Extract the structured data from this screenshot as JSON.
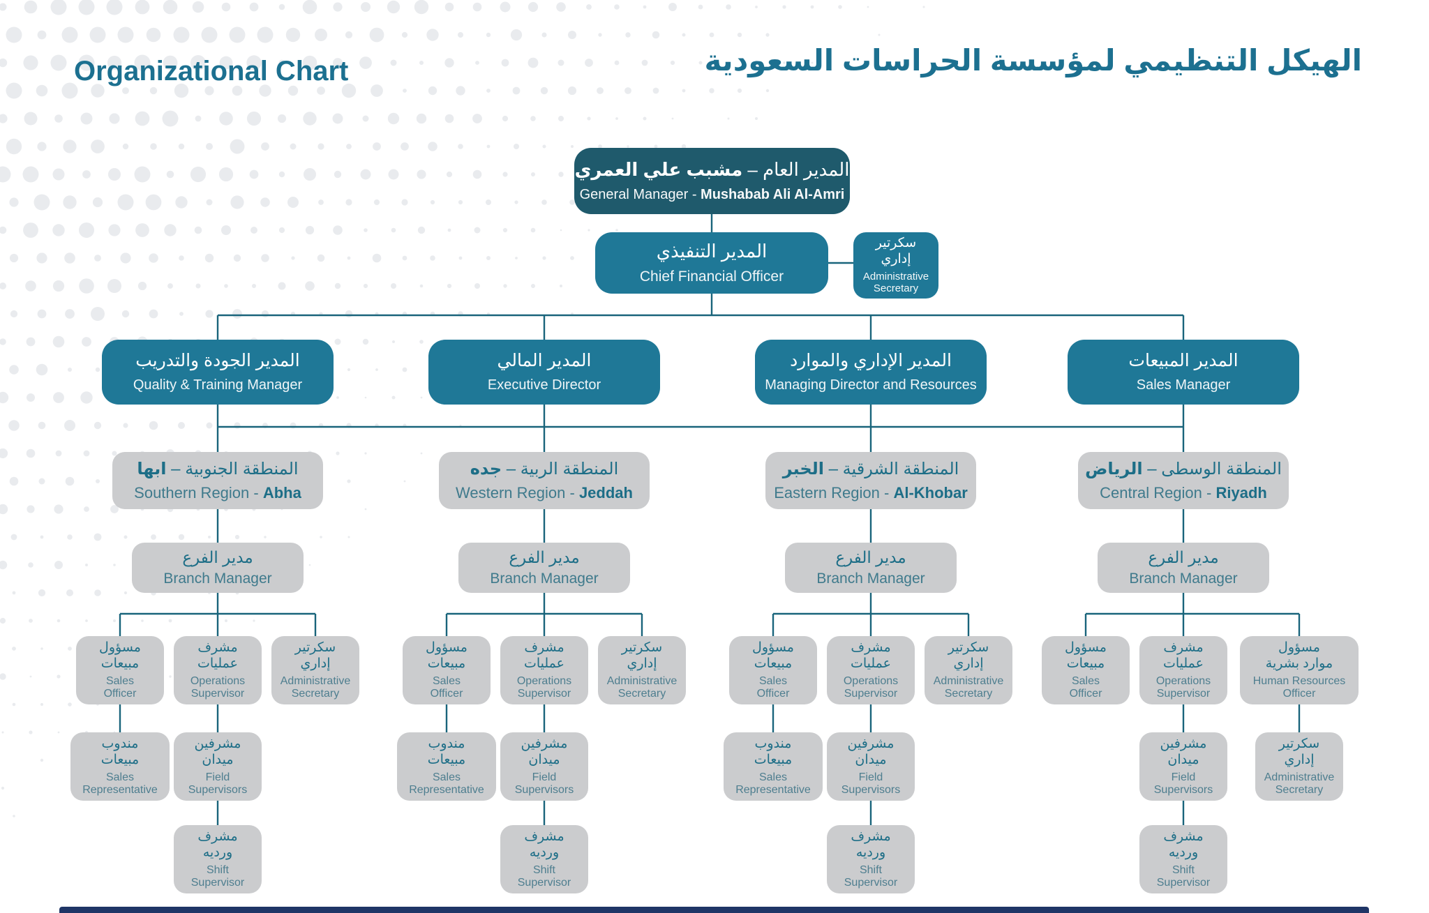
{
  "header": {
    "title_en": "Organizational Chart",
    "title_ar": "الهيكل التنظيمي لمؤسسة الحراسات السعودية"
  },
  "colors": {
    "dark": "#1F5A6C",
    "teal": "#1F7897",
    "gray": "#CBCCCE",
    "line": "#19647B",
    "ink": "#1D6E87",
    "ink-en": "#3F7A8C",
    "ink-soft": "#4E7E8F",
    "title": "#1C7090",
    "dot": "#E9EBEE",
    "navy": "#1F3566"
  },
  "executives": {
    "general_manager": {
      "ar_prefix": "المدير العام – ",
      "ar_bold": "مشبب علي العمري",
      "en_prefix": "General Manager - ",
      "en_bold": "Mushabab Ali Al-Amri"
    },
    "chief_financial_officer": {
      "ar": "المدير التنفيذي",
      "en": "Chief Financial Officer"
    },
    "administrative_secretary": {
      "ar": "سكرتير\nإداري",
      "en": "Administrative\nSecretary"
    }
  },
  "managers": [
    {
      "ar": "المدير الجودة والتدريب",
      "en": "Quality & Training Manager"
    },
    {
      "ar": "المدير المالي",
      "en": "Executive Director"
    },
    {
      "ar": "المدير الإداري والموارد",
      "en": "Managing Director and Resources"
    },
    {
      "ar": "المدير المبيعات",
      "en": "Sales Manager"
    }
  ],
  "regions": [
    {
      "ar_prefix": "المنطقة الجنوبية – ",
      "ar_bold": "ابها",
      "en_prefix": "Southern Region - ",
      "en_bold": "Abha"
    },
    {
      "ar_prefix": "المنطقة الربية – ",
      "ar_bold": "جده",
      "en_prefix": "Western Region - ",
      "en_bold": "Jeddah"
    },
    {
      "ar_prefix": "المنطقة الشرقية – ",
      "ar_bold": "الخبر",
      "en_prefix": "Eastern Region - ",
      "en_bold": "Al-Khobar"
    },
    {
      "ar_prefix": "المنطقة الوسطى – ",
      "ar_bold": "الرياض",
      "en_prefix": "Central Region - ",
      "en_bold": "Riyadh"
    }
  ],
  "roles": {
    "branch_manager": {
      "ar": "مدير الفرع",
      "en": "Branch Manager"
    },
    "sales_officer": {
      "ar": "مسؤول\nمبيعات",
      "en": "Sales\nOfficer"
    },
    "operations_supervisor": {
      "ar": "مشرف\nعمليات",
      "en": "Operations\nSupervisor"
    },
    "administrative_secretary": {
      "ar": "سكرتير\nإداري",
      "en": "Administrative\nSecretary"
    },
    "human_resources_officer": {
      "ar": "مسؤول\nموارد بشرية",
      "en": "Human Resources\nOfficer"
    },
    "sales_representative": {
      "ar": "مندوب\nمبيعات",
      "en": "Sales\nRepresentative"
    },
    "field_supervisors": {
      "ar": "مشرفين\nميدان",
      "en": "Field\nSupervisors"
    },
    "shift_supervisor": {
      "ar": "مشرف\nورديه",
      "en": "Shift\nSupervisor"
    }
  }
}
